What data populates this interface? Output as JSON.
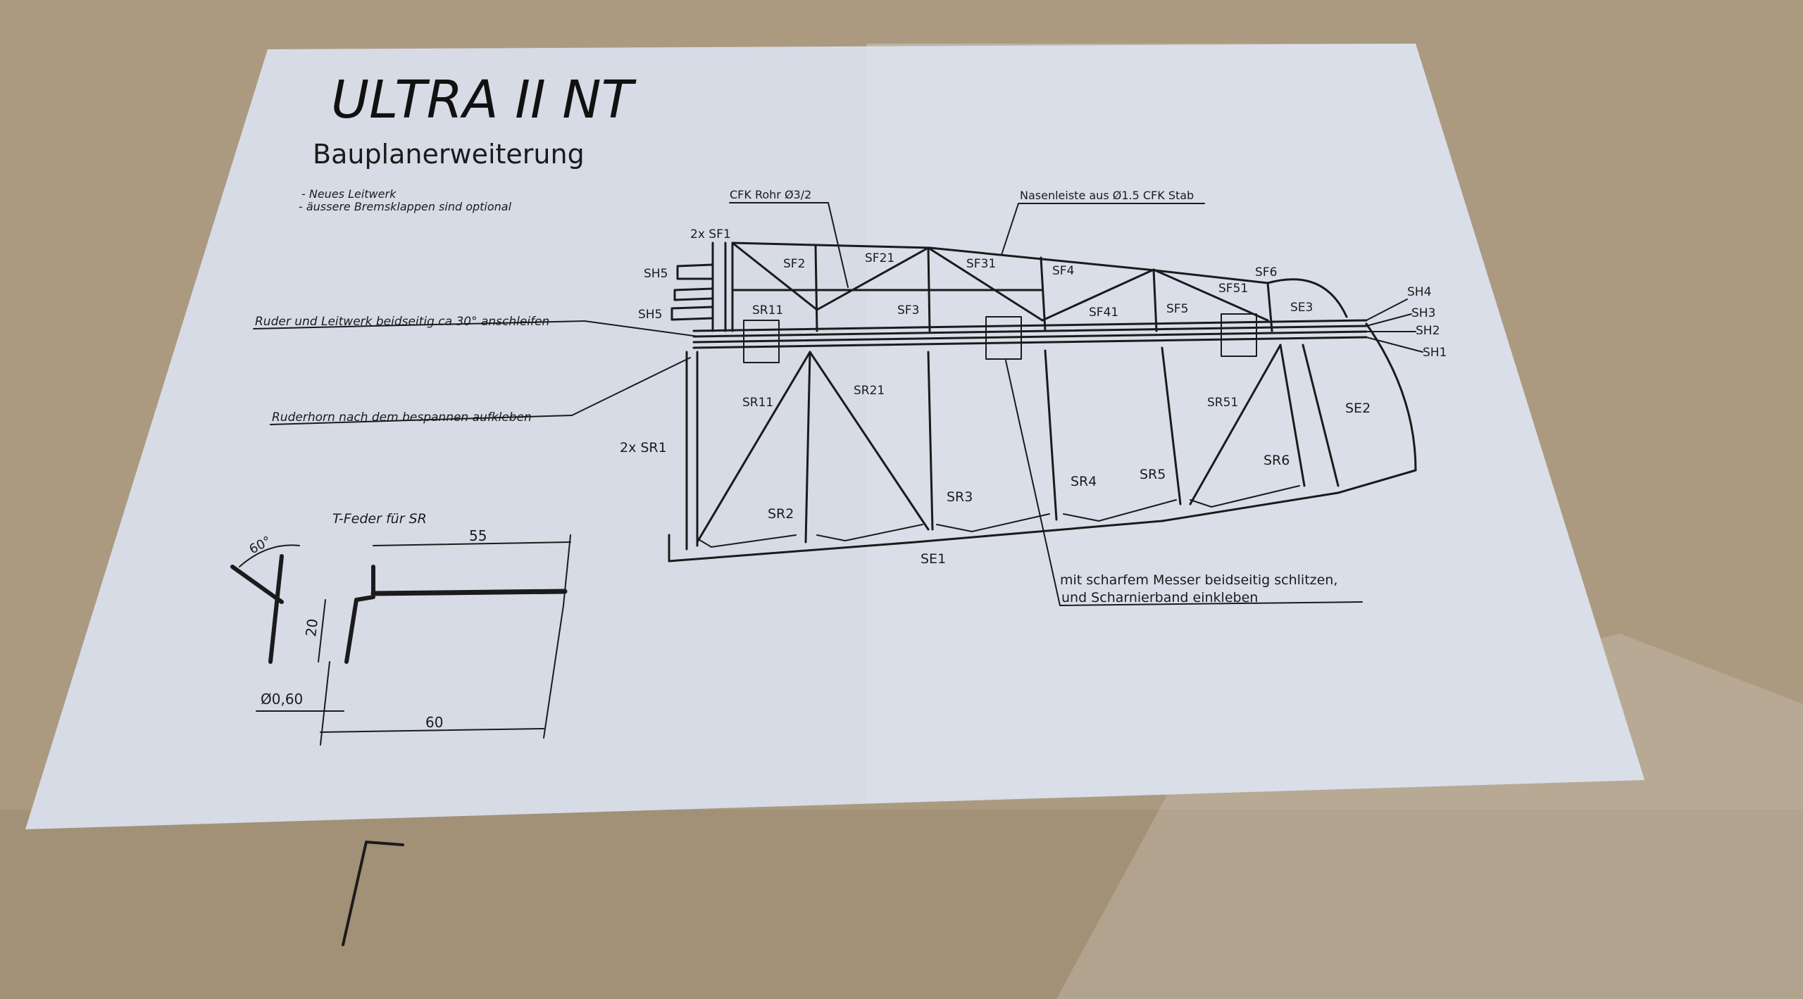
{
  "plan": {
    "title": "ULTRA II NT",
    "subtitle": "Bauplanerweiterung",
    "notes": [
      "- Neues Leitwerk",
      "- äussere Bremsklappen sind optional"
    ],
    "callouts": {
      "cfk_rohr": "CFK Rohr Ø3/2",
      "nasenleiste": "Nasenleiste aus Ø1.5 CFK Stab",
      "anschleifen": "Ruder und Leitwerk beidseitig ca 30° anschleifen",
      "ruderhorn": "Ruderhorn nach dem bespannen aufkleben",
      "schlitzen_1": "mit scharfem Messer beidseitig schlitzen,",
      "schlitzen_2": "und Scharnierband einkleben"
    },
    "parts": {
      "sf1": "2x SF1",
      "sf2": "SF2",
      "sf21": "SF21",
      "sf31": "SF31",
      "sf4": "SF4",
      "sf6": "SF6",
      "sf3": "SF3",
      "sf41": "SF41",
      "sf5": "SF5",
      "sf51": "SF51",
      "se3": "SE3",
      "sh5a": "SH5",
      "sh5b": "SH5",
      "sh4": "SH4",
      "sh3": "SH3",
      "sh2": "SH2",
      "sh1": "SH1",
      "sr11a": "SR11",
      "sr11b": "SR11",
      "sr21": "SR21",
      "sr1": "2x SR1",
      "sr2": "SR2",
      "sr3": "SR3",
      "sr4": "SR4",
      "sr5": "SR5",
      "sr51": "SR51",
      "sr6": "SR6",
      "se2": "SE2",
      "se1": "SE1"
    },
    "tfeder": {
      "label": "T-Feder für SR",
      "angle": "60°",
      "dim_55": "55",
      "dim_20": "20",
      "dim_60": "60",
      "diameter": "Ø0,60"
    }
  },
  "colors": {
    "paper": "#d6dbe6",
    "ink": "#1b1b1b",
    "table": "#a8977c"
  }
}
